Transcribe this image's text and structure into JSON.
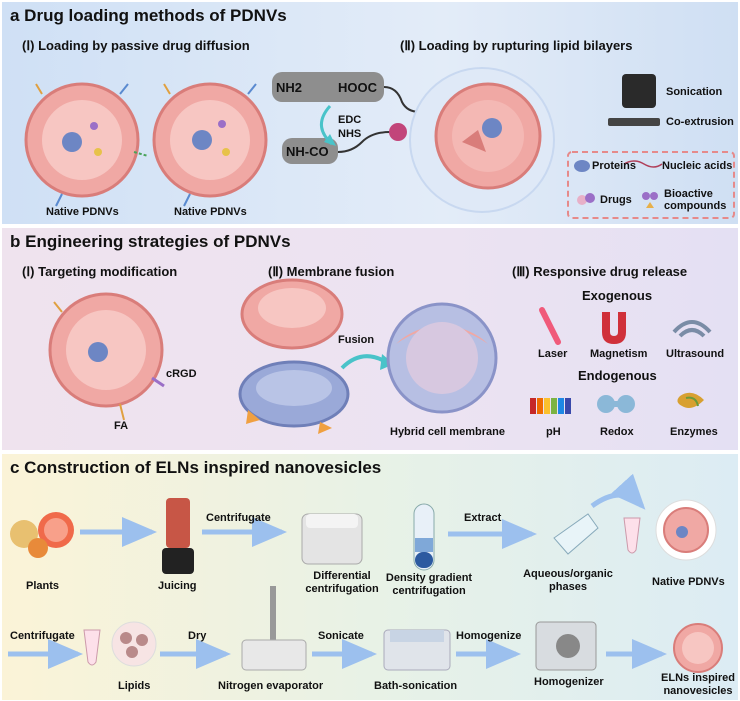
{
  "panel_a": {
    "title": "a Drug loading methods of PDNVs",
    "sub1": "(Ⅰ) Loading by passive drug diffusion",
    "sub2": "(Ⅱ) Loading by rupturing lipid bilayers",
    "native1": "Native PDNVs",
    "native2": "Native PDNVs",
    "nh2": "NH2",
    "hooc": "HOOC",
    "edc": "EDC",
    "nhs": "NHS",
    "nhco": "NH-CO",
    "sonication": "Sonication",
    "coextrusion": "Co-extrusion",
    "proteins": "Proteins",
    "nucleic": "Nucleic acids",
    "drugs": "Drugs",
    "bioactive": "Bioactive compounds"
  },
  "panel_b": {
    "title": "b Engineering strategies of PDNVs",
    "sub1": "(Ⅰ) Targeting modification",
    "sub2": "(Ⅱ) Membrane fusion",
    "sub3": "(Ⅲ) Responsive drug release",
    "crgd": "cRGD",
    "fa": "FA",
    "fusion": "Fusion",
    "hybrid": "Hybrid cell membrane",
    "exogenous": "Exogenous",
    "endogenous": "Endogenous",
    "laser": "Laser",
    "magnetism": "Magnetism",
    "ultrasound": "Ultrasound",
    "ph": "pH",
    "redox": "Redox",
    "enzymes": "Enzymes"
  },
  "panel_c": {
    "title": "c Construction of ELNs inspired nanovesicles",
    "plants": "Plants",
    "juicing": "Juicing",
    "centrifugate1": "Centrifugate",
    "differential": "Differential centrifugation",
    "density": "Density gradient centrifugation",
    "extract": "Extract",
    "aqueous": "Aqueous/organic phases",
    "native": "Native PDNVs",
    "centrifugate2": "Centrifugate",
    "lipids": "Lipids",
    "dry": "Dry",
    "nitrogen": "Nitrogen evaporator",
    "sonicate": "Sonicate",
    "bath": "Bath-sonication",
    "homogenize": "Homogenize",
    "homogenizer": "Homogenizer",
    "elns": "ELNs inspired nanovesicles"
  },
  "colors": {
    "vesicle": "#f0a8a4",
    "vesicle_dark": "#d97d7a",
    "arrow": "#9cc0ee",
    "teal": "#49c3c9",
    "blue_vesicle": "#9aa9d8",
    "magenta": "#c2457a"
  }
}
